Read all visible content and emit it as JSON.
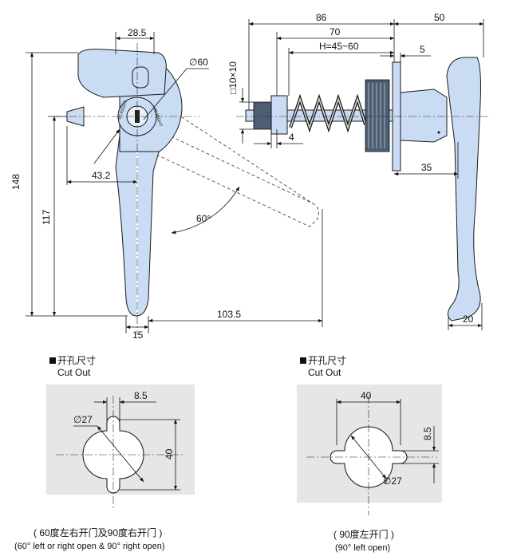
{
  "dimensions": {
    "front": {
      "d28_5": "28.5",
      "dia60": "∅60",
      "d43_2": "43.2",
      "d148": "148",
      "d117": "117",
      "angle60": "60°",
      "d15": "15",
      "d103_5": "103.5",
      "knob_marks": [
        "60 RIGHT",
        "90 RIGHT"
      ]
    },
    "side": {
      "d86": "86",
      "d50": "50",
      "d70": "70",
      "h_range": "H=45~60",
      "d5": "5",
      "square": "□10×10",
      "d4": "4",
      "d35": "35",
      "d20": "20"
    },
    "cutout_left": {
      "d8_5": "8.5",
      "dia27": "∅27",
      "d40": "40"
    },
    "cutout_right": {
      "d40": "40",
      "d8_5": "8.5",
      "dia27": "∅27"
    }
  },
  "cutouts": [
    {
      "title_cn": "开孔尺寸",
      "title_en": "Cut Out",
      "caption_cn": "( 60度左右开门及90度右开门 )",
      "caption_en": "(60°   left or right open & 90°   right open)"
    },
    {
      "title_cn": "开孔尺寸",
      "title_en": "Cut Out",
      "caption_cn": "( 90度左开门 )",
      "caption_en": "(90°   left open)"
    }
  ],
  "colors": {
    "part_fill": "#c9dcf3",
    "panel_fill": "#e6e6e6",
    "ink": "#111111"
  }
}
